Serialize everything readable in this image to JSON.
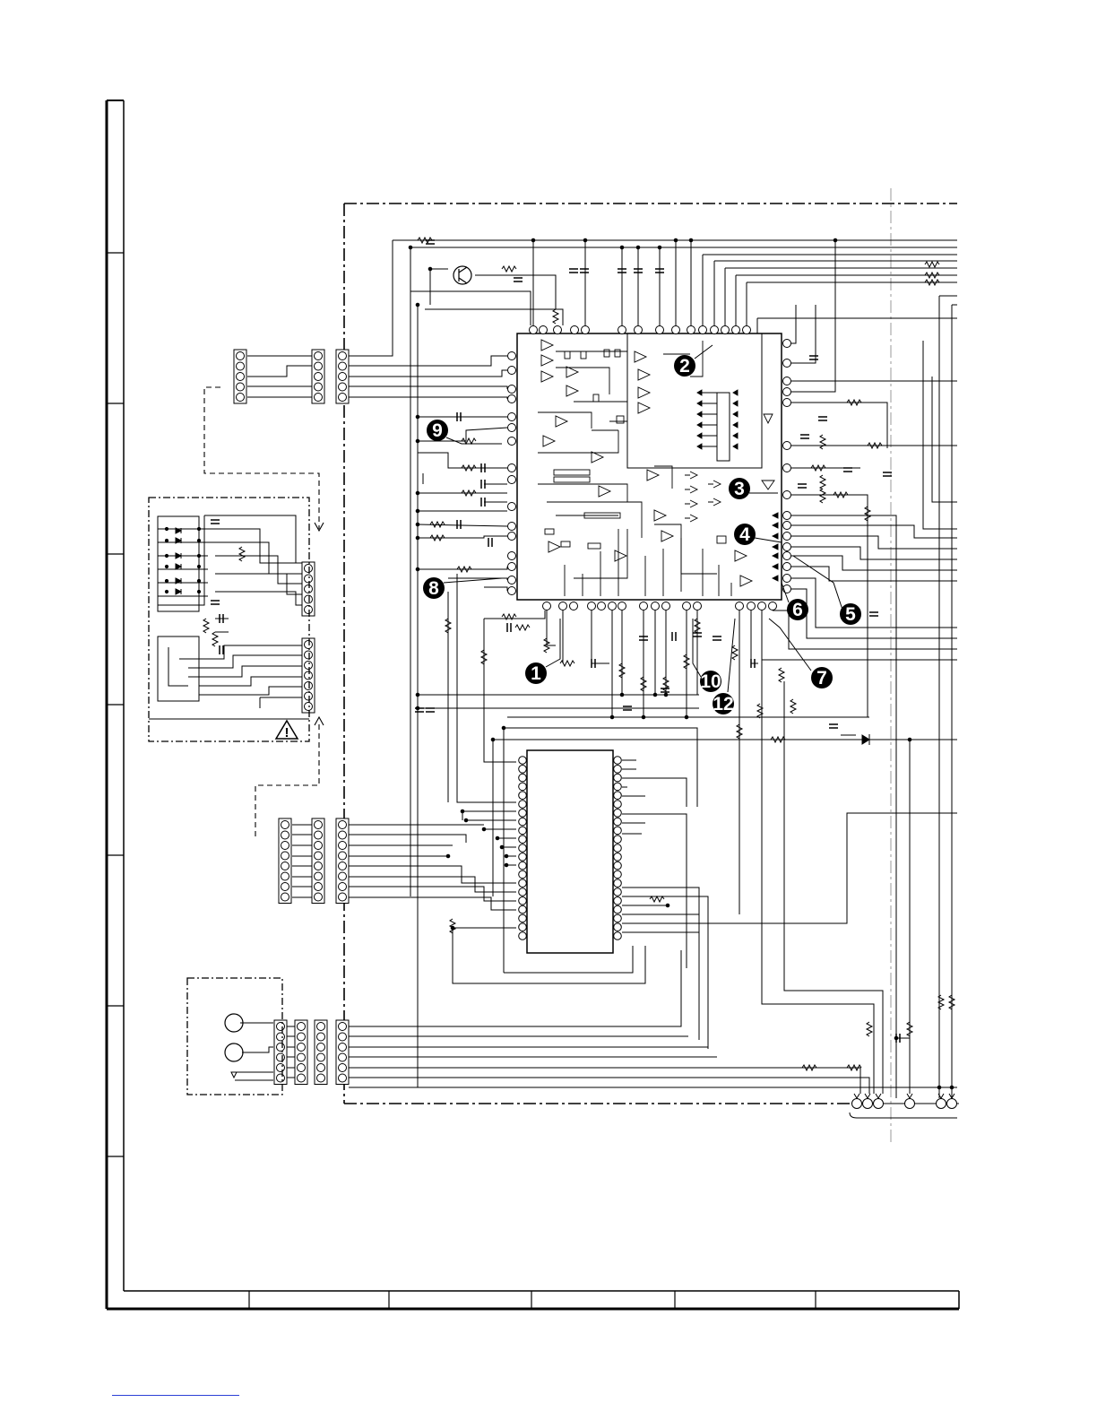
{
  "sheet": {
    "row_count": 8,
    "column_count": 6
  },
  "markers": [
    {
      "id": "m1",
      "label": "1"
    },
    {
      "id": "m2",
      "label": "2"
    },
    {
      "id": "m3",
      "label": "3"
    },
    {
      "id": "m4",
      "label": "4"
    },
    {
      "id": "m5",
      "label": "5"
    },
    {
      "id": "m6",
      "label": "6"
    },
    {
      "id": "m7",
      "label": "7"
    },
    {
      "id": "m8",
      "label": "8"
    },
    {
      "id": "m9",
      "label": "9"
    },
    {
      "id": "m10",
      "label": "10"
    },
    {
      "id": "m12",
      "label": "12"
    }
  ],
  "warning": {
    "symbol": "!",
    "icon": "warning-triangle-icon"
  },
  "colors": {
    "ink": "#000000",
    "paper": "#ffffff",
    "link": "#2b3fd6"
  }
}
